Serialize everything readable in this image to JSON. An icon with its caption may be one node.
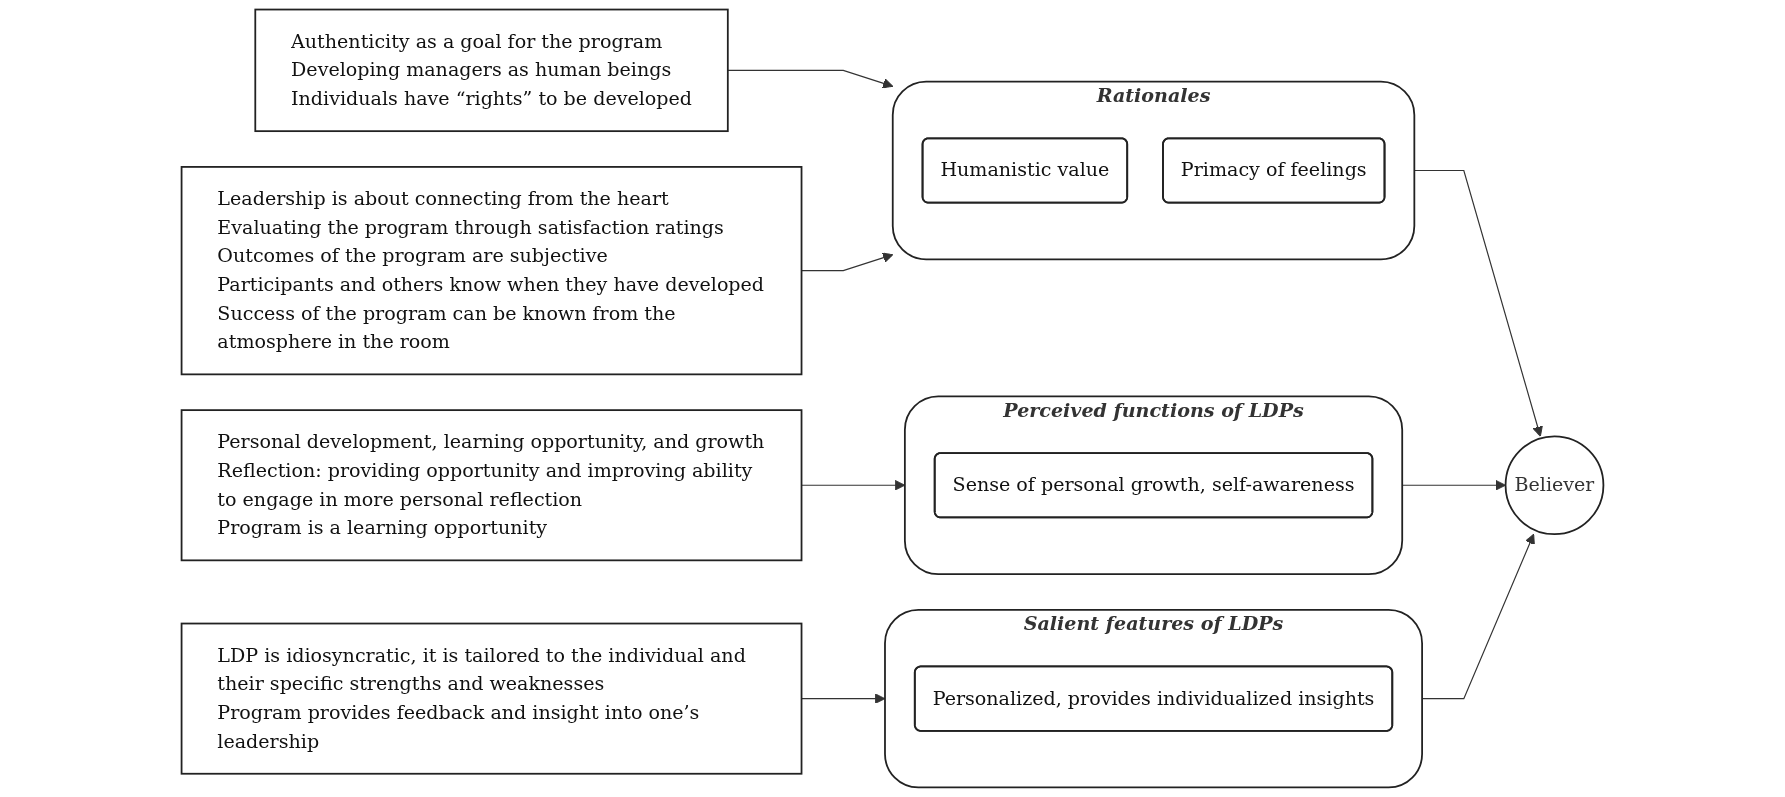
{
  "diagram": {
    "nodes": [
      {
        "text": [
          "Authenticity as a goal for the program",
          "Developing managers as human beings",
          "Individuals have “rights” to be developed"
        ]
      },
      {
        "text": [
          "Leadership is about connecting from the heart",
          "Evaluating the program through satisfaction ratings",
          "Outcomes of the program are subjective",
          "Participants and others know when they have developed",
          "Success of the program can be known from the atmosphere in the room"
        ]
      },
      {
        "text": [
          "Rationales"
        ]
      },
      {
        "text": [
          "Humanistic value"
        ],
        "in": 2
      },
      {
        "text": [
          "Primacy of feelings"
        ],
        "in": 2
      },
      {
        "text": [
          "Personal development, learning opportunity, and growth",
          "Reflection: providing opportunity and improving ability to engage in more personal reflection",
          "Program is a learning opportunity"
        ]
      },
      {
        "text": [
          "Perceived functions of LDPs"
        ]
      },
      {
        "text": [
          "Sense of personal growth, self-awareness"
        ],
        "in": 6
      },
      {
        "text": [
          "LDP is idiosyncratic, it is tailored to the individual and their specific strengths and weaknesses",
          "Program provides feedback and insight into one’s leadership"
        ]
      },
      {
        "text": [
          "Salient features of LDPs"
        ]
      },
      {
        "text": [
          "Personalized, provides individualized insights"
        ],
        "in": 9
      },
      {
        "text": [
          "Believer"
        ]
      }
    ],
    "edges": [
      {
        "from": 0,
        "to": 2,
        "arrow": "to"
      },
      {
        "from": 1,
        "to": 2,
        "arrow": "to"
      },
      {
        "from": 5,
        "to": 6,
        "arrow": "to"
      },
      {
        "from": 8,
        "to": 9,
        "arrow": "to"
      },
      {
        "from": 2,
        "to": 11,
        "arrow": "to"
      },
      {
        "from": 6,
        "to": 11,
        "arrow": "to"
      },
      {
        "from": 9,
        "to": 11,
        "arrow": "to"
      }
    ]
  }
}
